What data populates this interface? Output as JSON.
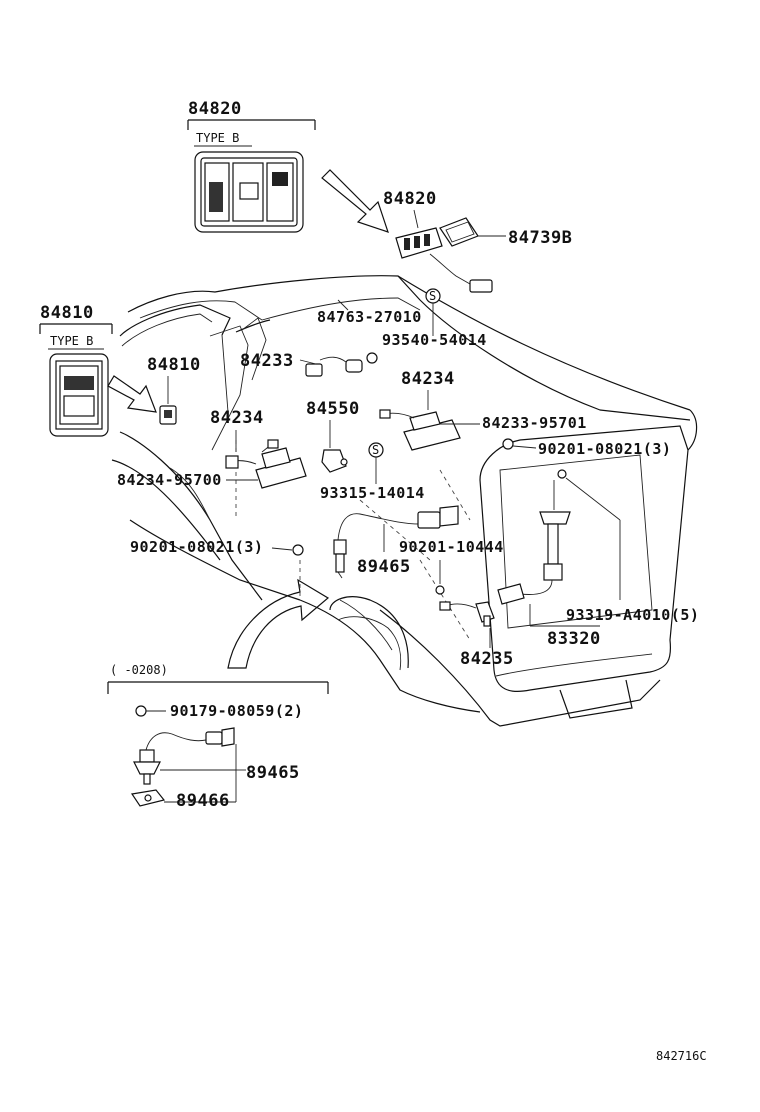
{
  "diagram": {
    "type_label": "TYPE B",
    "range_label": "(     -0208)",
    "figure_code": "842716C",
    "callouts": {
      "p84820_box": "84820",
      "p84820": "84820",
      "p84739B": "84739B",
      "p84810_box": "84810",
      "p84810": "84810",
      "p84763": "84763-27010",
      "p93540": "93540-54014",
      "p84233": "84233",
      "p84234_right": "84234",
      "p84234_left": "84234",
      "p84550": "84550",
      "p84233_95701": "84233-95701",
      "p90201_08021_right": "90201-08021(3)",
      "p84234_95700": "84234-95700",
      "p93315": "93315-14014",
      "p90201_08021_left": "90201-08021(3)",
      "p90201_10444": "90201-10444",
      "p89465_main": "89465",
      "p93319": "93319-A4010(5)",
      "p83320": "83320",
      "p84235": "84235",
      "p90179": "90179-08059(2)",
      "p89465_inset": "89465",
      "p89466": "89466"
    },
    "icons": [
      "switch-icon",
      "arrow-icon",
      "oxygen-sensor-icon",
      "connector-icon",
      "clip-icon",
      "nut-icon",
      "washer-icon"
    ]
  }
}
